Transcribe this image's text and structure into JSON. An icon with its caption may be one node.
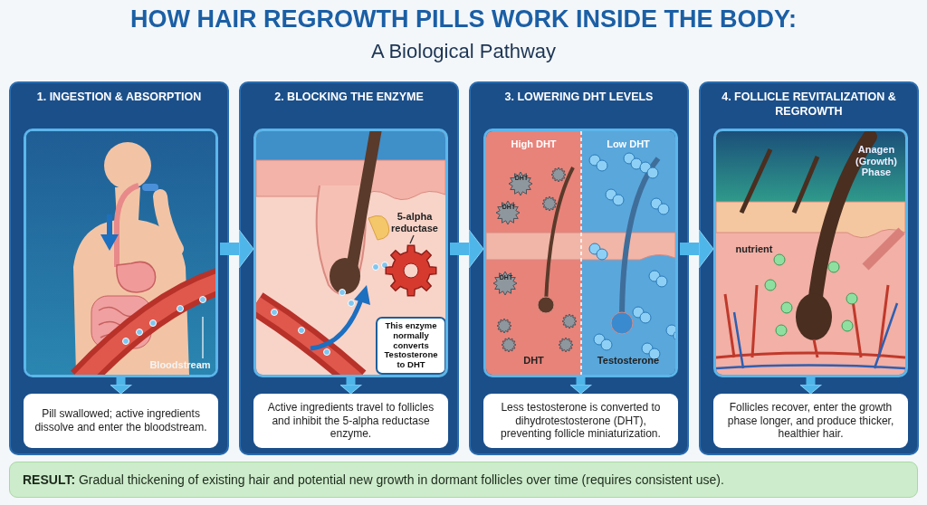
{
  "diagram": {
    "title": "HOW HAIR REGROWTH PILLS WORK INSIDE THE BODY:",
    "nodes": [
      {
        "text": [
          "1. INGESTION & ABSORPTION"
        ]
      },
      {
        "text": [],
        "shape": "picture",
        "in": 0
      },
      {
        "text": [
          "Bloodstream"
        ],
        "in": 1
      },
      {
        "text": [
          "Pill swallowed; active ingredients dissolve and enter the bloodstream."
        ],
        "in": 0
      },
      {
        "text": [
          "2. BLOCKING THE ENZYME"
        ]
      },
      {
        "text": [],
        "shape": "picture",
        "in": 4
      },
      {
        "text": [
          "5-alpha reductase"
        ],
        "in": 5
      },
      {
        "text": [],
        "shape": "picture",
        "in": 5
      },
      {
        "text": [
          "This enzyme normally converts Testosterone to DHT"
        ],
        "in": 5
      },
      {
        "text": [
          "Active ingredients travel to follicles and inhibit the 5-alpha reductase enzyme."
        ],
        "in": 4
      },
      {
        "text": [
          "3. LOWERING DHT LEVELS"
        ]
      },
      {
        "text": [],
        "shape": "picture",
        "in": 10
      },
      {
        "text": [
          "Less testosterone is converted to dihydrotestosterone (DHT), preventing follicle miniaturization."
        ],
        "in": 10
      },
      {
        "text": [
          "4. FOLLICLE REVITALIZATION & REGROWTH"
        ]
      },
      {
        "text": [],
        "shape": "picture",
        "in": 13
      },
      {
        "text": [
          "Follicles recover, enter the growth phase longer, and produce thicker, healthier hair."
        ],
        "in": 13
      },
      {
        "text": [
          "**RESULT:** Gradual thickening of existing hair and potential new growth in dormant follicles over time (requires consistent use)."
        ]
      }
    ],
    "edges": [
      {
        "from": 2,
        "to": null,
        "arrow": "none",
        "color": "#eef2f6"
      },
      {
        "from": 6,
        "to": 7,
        "arrow": "none",
        "color": "#333333"
      },
      {
        "from": 1,
        "to": 3,
        "arrow": "to"
      },
      {
        "from": 5,
        "to": 9,
        "arrow": "to"
      },
      {
        "from": 11,
        "to": 12,
        "arrow": "to"
      },
      {
        "from": 14,
        "to": 15,
        "arrow": "to"
      },
      {
        "from": 0,
        "to": 4,
        "arrow": "to"
      },
      {
        "from": 4,
        "to": 10,
        "arrow": "to"
      },
      {
        "from": 10,
        "to": 13,
        "arrow": "to"
      }
    ],
    "labels": [
      "A Biological Pathway",
      "High DHT",
      "DHT",
      "Low DHT",
      "DHT",
      "DHT",
      "DHT",
      "Testosterone",
      "Anagen (Growth) Phase",
      "nutrient"
    ]
  }
}
